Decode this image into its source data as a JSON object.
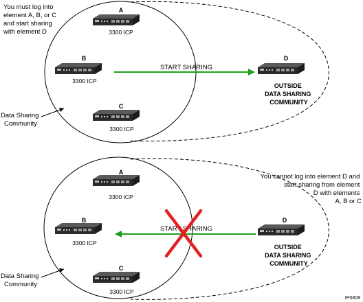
{
  "colors": {
    "arrow": "#1aa01a",
    "cross": "#e32020",
    "line": "#000000"
  },
  "top": {
    "note": [
      "You must log into",
      "element A, B, or C",
      "and start sharing",
      "with element D"
    ],
    "community_label": [
      "Data Sharing",
      "Community"
    ],
    "arrow_label": "START SHARING",
    "devices": {
      "A": {
        "letter": "A",
        "model": "3300 ICP"
      },
      "B": {
        "letter": "B",
        "model": "3300 ICP"
      },
      "C": {
        "letter": "C",
        "model": "3300 ICP"
      },
      "D": {
        "letter": "D"
      }
    },
    "outside_label": [
      "OUTSIDE",
      "DATA SHARING",
      "COMMUNITY"
    ]
  },
  "bottom": {
    "note": [
      "You cannot log into element D and",
      "start sharing from element",
      "D with elements",
      "A, B or C"
    ],
    "community_label": [
      "Data Sharing",
      "Community"
    ],
    "arrow_label": "START SHARING",
    "devices": {
      "A": {
        "letter": "A",
        "model": "3300 ICP"
      },
      "B": {
        "letter": "B",
        "model": "3300 ICP"
      },
      "C": {
        "letter": "C",
        "model": "3300 ICP"
      },
      "D": {
        "letter": "D"
      }
    },
    "outside_label": [
      "OUTSIDE",
      "DATA SHARING",
      "COMMUNITY"
    ]
  },
  "figure_id": "IP0808"
}
